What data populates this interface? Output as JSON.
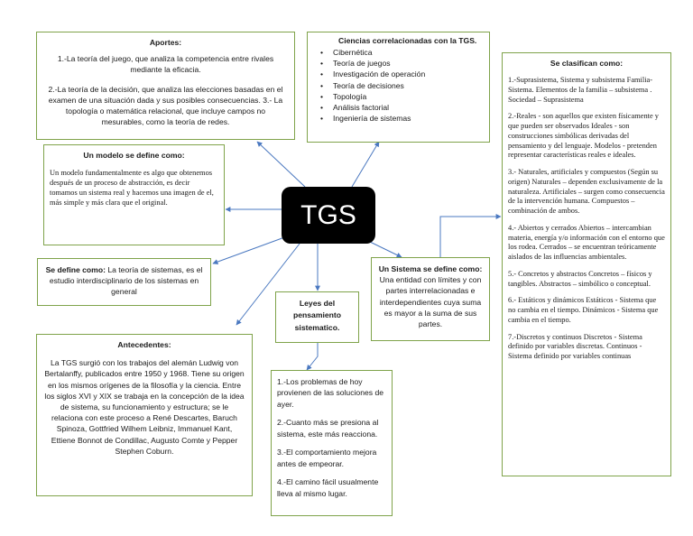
{
  "center": {
    "title": "TGS"
  },
  "aportes": {
    "title": "Aportes:",
    "p1": "1.-La teoría del juego, que analiza la competencia entre rivales mediante la eficacia.",
    "p2": "2.-La teoría de la decisión, que analiza las elecciones basadas en el examen de una situación dada y sus posibles consecuencias. 3.- La topología o matemática relacional, que incluye campos no mesurables, como la teoría de redes."
  },
  "ciencias": {
    "title": "Ciencias correlacionadas con la TGS.",
    "items": [
      "Cibernética",
      "Teoría de juegos",
      "Investigación de operación",
      "Teoría de decisiones",
      "Topología",
      "Análisis factorial",
      "Ingeniería de sistemas"
    ]
  },
  "modelo": {
    "title": "Un modelo se define como:",
    "text": "Un modelo fundamentalmente es algo que obtenemos después de un proceso de abstracción, es decir tomamos un sistema real y hacemos una imagen de el, más simple y más clara que el original."
  },
  "define": {
    "label": "Se define como:",
    "text": "La teoría de sistemas, es el estudio interdisciplinario de los sistemas en general"
  },
  "leyes": {
    "title": "Leyes del pensamiento sistematico."
  },
  "sistema": {
    "label": "Un Sistema se define como:",
    "text": "Una entidad con límites y con partes interrelacionadas e interdependientes cuya suma es mayor a la suma de sus partes."
  },
  "antecedentes": {
    "title": "Antecedentes:",
    "text": "La TGS surgió con los trabajos del alemán Ludwig von Bertalanffy, publicados entre 1950 y 1968. Tiene su origen en los mismos orígenes de la filosofía y la ciencia. Entre los siglos XVI y XIX se trabaja en la concepción de la idea de sistema, su funcionamiento y estructura; se le relaciona con este proceso a René Descartes, Baruch Spinoza, Gottfried Wilhem Leibniz, Immanuel Kant, Ettiene Bonnot de Condillac, Augusto Comte y Pepper Stephen Coburn."
  },
  "leyes_list": {
    "items": [
      "1.-Los problemas de hoy provienen de las soluciones de ayer.",
      "2.-Cuanto más se presiona al sistema, este más reacciona.",
      "3.-El comportamiento mejora antes de empeorar.",
      "4.-El camino fácil usualmente lleva al mismo lugar."
    ]
  },
  "clasifican": {
    "title": "Se clasifican como:",
    "items": [
      "1.-Suprasistema, Sistema y subsistema Familia-Sistema. Elementos de la familia – subsistema . Sociedad – Suprasistema",
      "2.-Reales - son aquellos que existen físicamente y que pueden ser observados Ideales - son construcciones simbólicas derivadas del pensamiento y del lenguaje. Modelos - pretenden representar características reales e ideales.",
      "3.- Naturales, artificiales y compuestos (Según su origen) Naturales – dependen exclusivamente de la naturaleza. Artificiales – surgen como consecuencia de la intervención humana. Compuestos – combinación de ambos.",
      "4.- Abiertos y cerrados Abiertos – intercambian materia, energía y/o información con el entorno que los rodea. Cerrados – se encuentran teóricamente aislados de las influencias ambientales.",
      "5.- Concretos y abstractos Concretos – físicos y tangibles. Abstractos – simbólico o conceptual.",
      "6.- Estáticos y dinámicos Estáticos - Sistema que no cambia en el tiempo. Dinámicos - Sistema que cambia en el tiempo.",
      "7.-Discretos y continuos Discretos - Sistema definido por variables discretas. Continuos - Sistema definido por variables continuas"
    ]
  },
  "colors": {
    "border": "#7fa34a",
    "arrow": "#4a78c0",
    "center_bg": "#000000"
  }
}
